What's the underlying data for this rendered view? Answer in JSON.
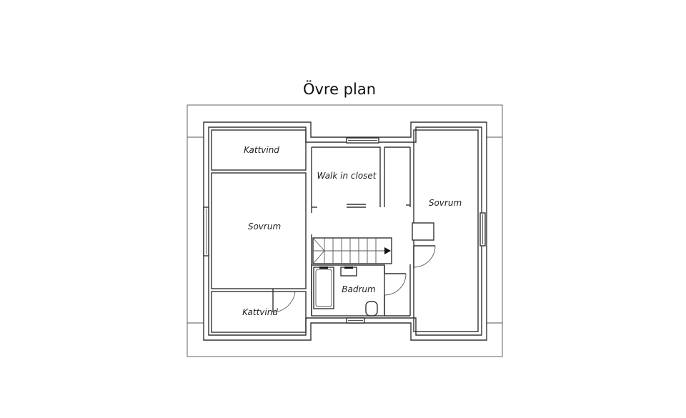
{
  "title": "Övre plan",
  "rooms": {
    "kattvind_top": "Kattvind",
    "walk_in_closet": "Walk in closet",
    "sovrum_left": "Sovrum",
    "sovrum_right": "Sovrum",
    "badrum": "Badrum",
    "kattvind_bottom": "Kattvind"
  },
  "colors": {
    "walls": "#333333",
    "background": "#ffffff",
    "text": "#222222"
  }
}
